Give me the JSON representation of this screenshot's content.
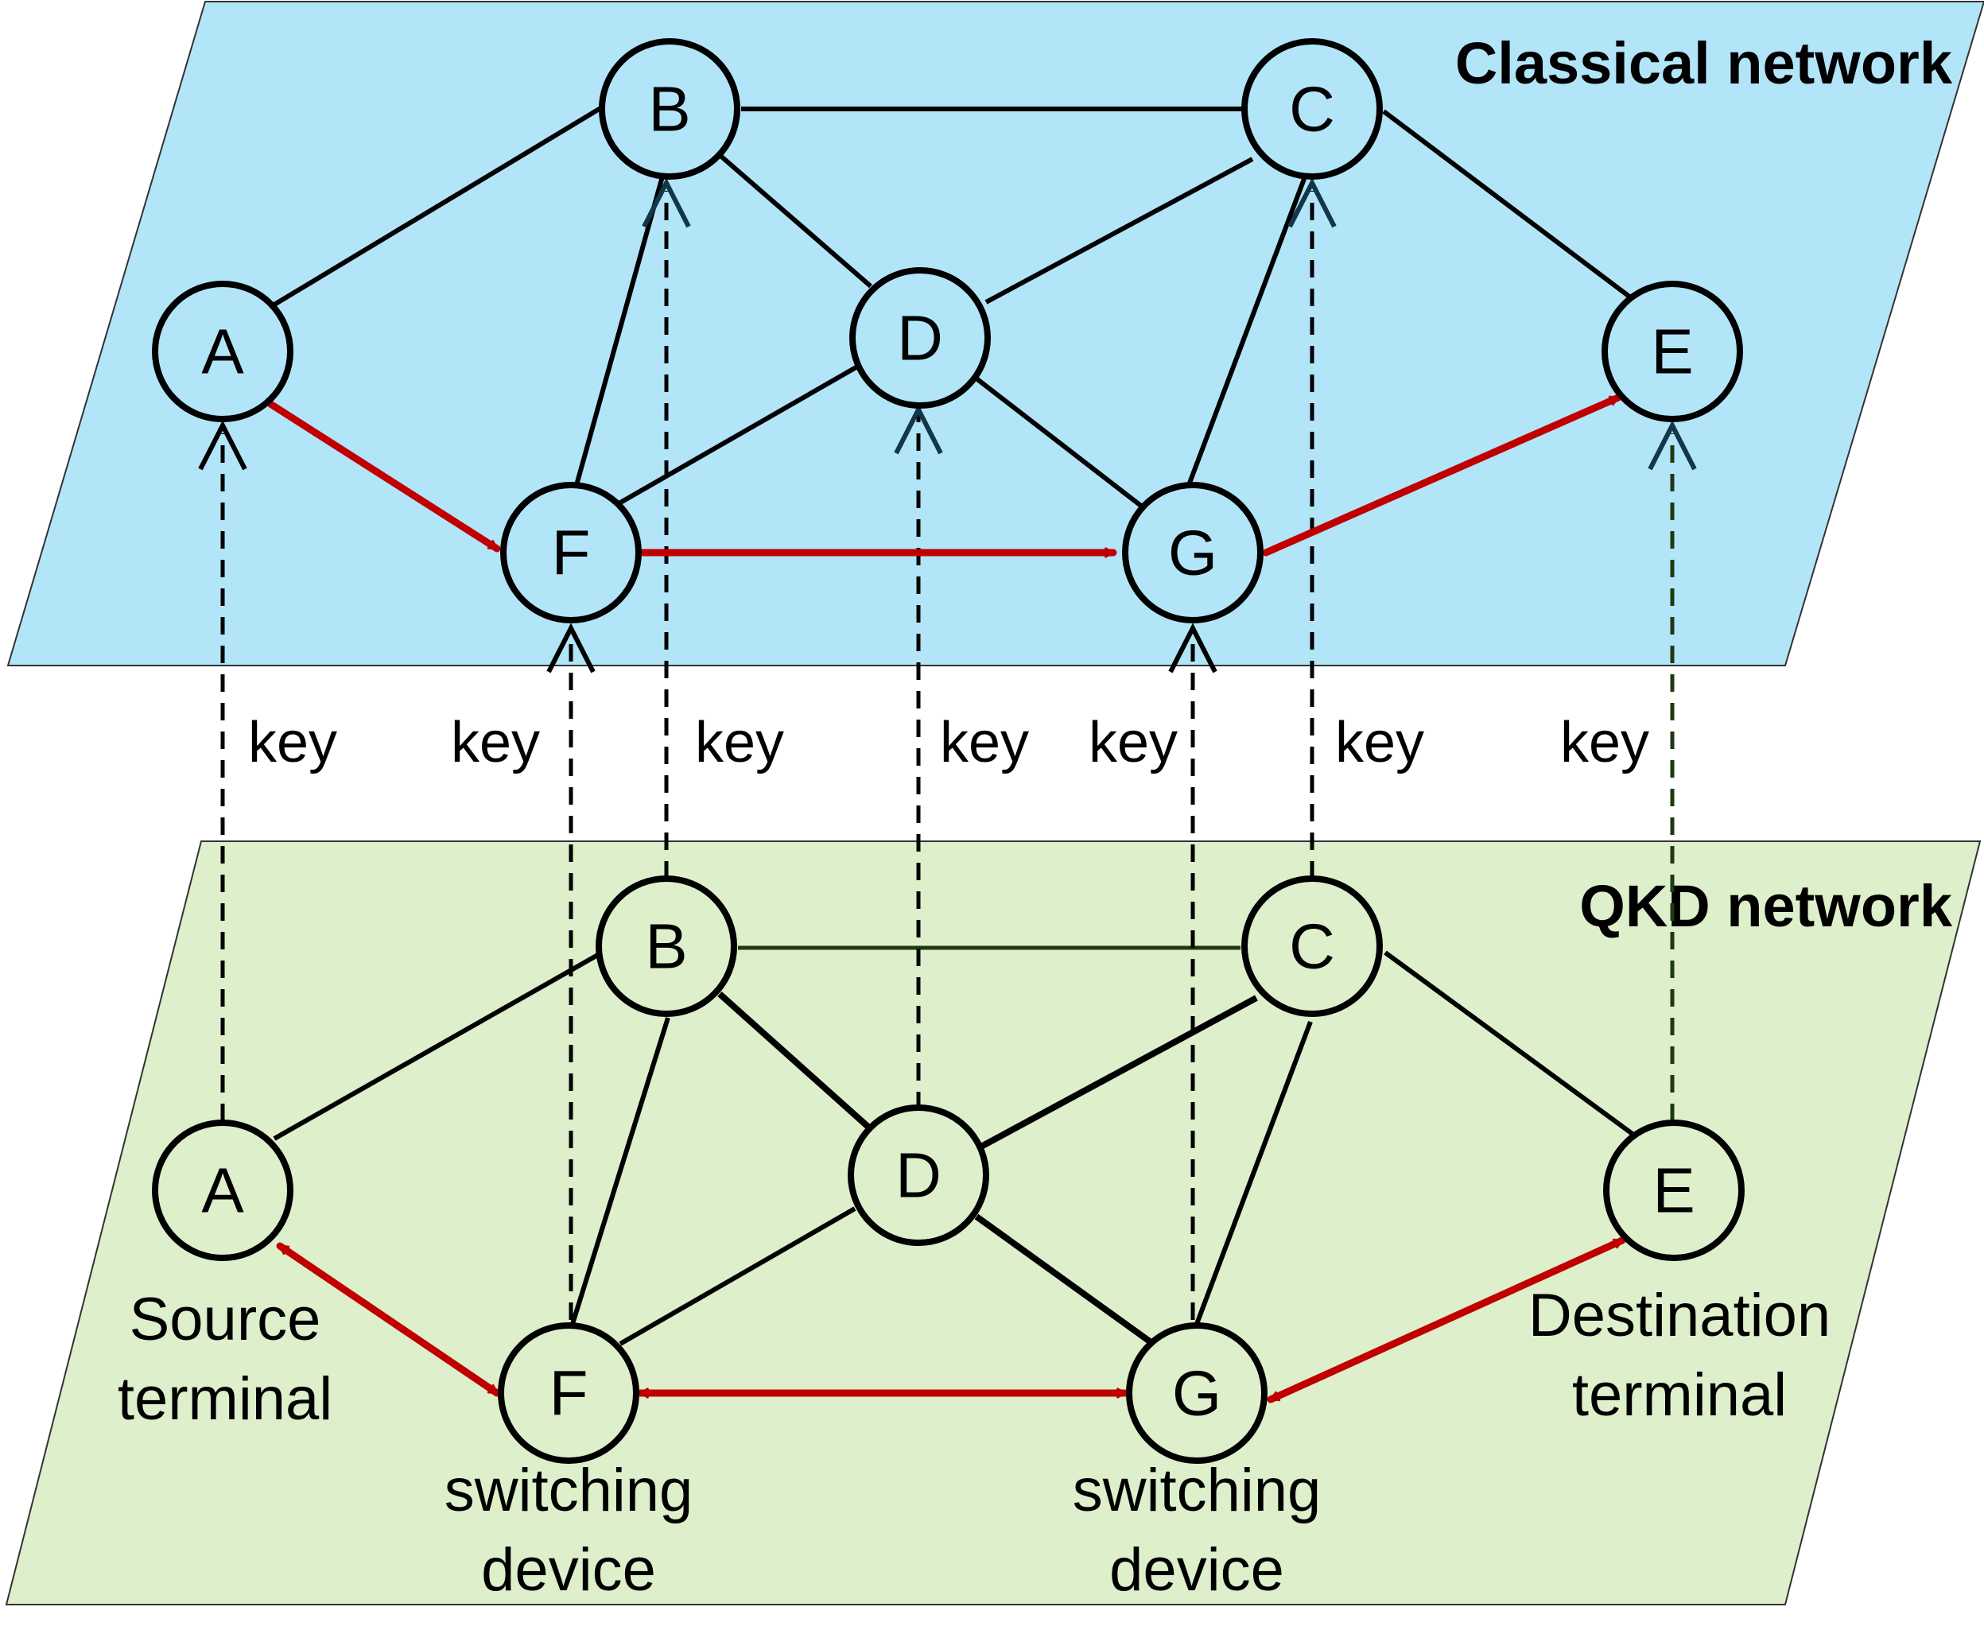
{
  "planes": {
    "classical": {
      "title": "Classical network",
      "fill": "#b3e5f9"
    },
    "qkd": {
      "title": "QKD network",
      "fill": "#ddefcb"
    }
  },
  "nodes": {
    "A": "A",
    "B": "B",
    "C": "C",
    "D": "D",
    "E": "E",
    "F": "F",
    "G": "G"
  },
  "key_label": "key",
  "captions": {
    "source": [
      "Source",
      "terminal"
    ],
    "switching_f": [
      "switching",
      "device"
    ],
    "switching_g": [
      "switching",
      "device"
    ],
    "destination": [
      "Destination",
      "terminal"
    ]
  },
  "colors": {
    "route": "#c00000",
    "key_link": "#000000"
  }
}
